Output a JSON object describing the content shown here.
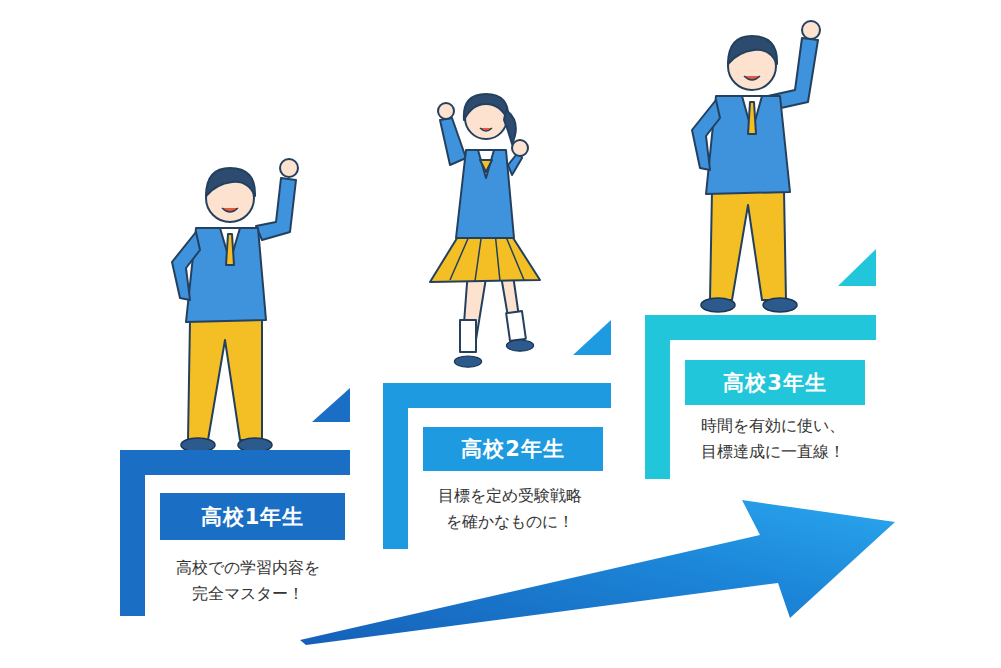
{
  "diagram": {
    "nodes": [
      {
        "text": [
          "高校での学習内容を 完全マスター！"
        ]
      },
      {
        "text": [
          "高校1年生"
        ],
        "in": 0
      },
      {
        "text": [
          "目標を定め受験戦略 を確かなものに！"
        ]
      },
      {
        "text": [
          "高校2年生"
        ],
        "in": 2
      },
      {
        "text": [
          "時間を有効に使い、 目標達成に一直線！"
        ]
      },
      {
        "text": [
          "高校3年生"
        ],
        "in": 4
      }
    ]
  }
}
